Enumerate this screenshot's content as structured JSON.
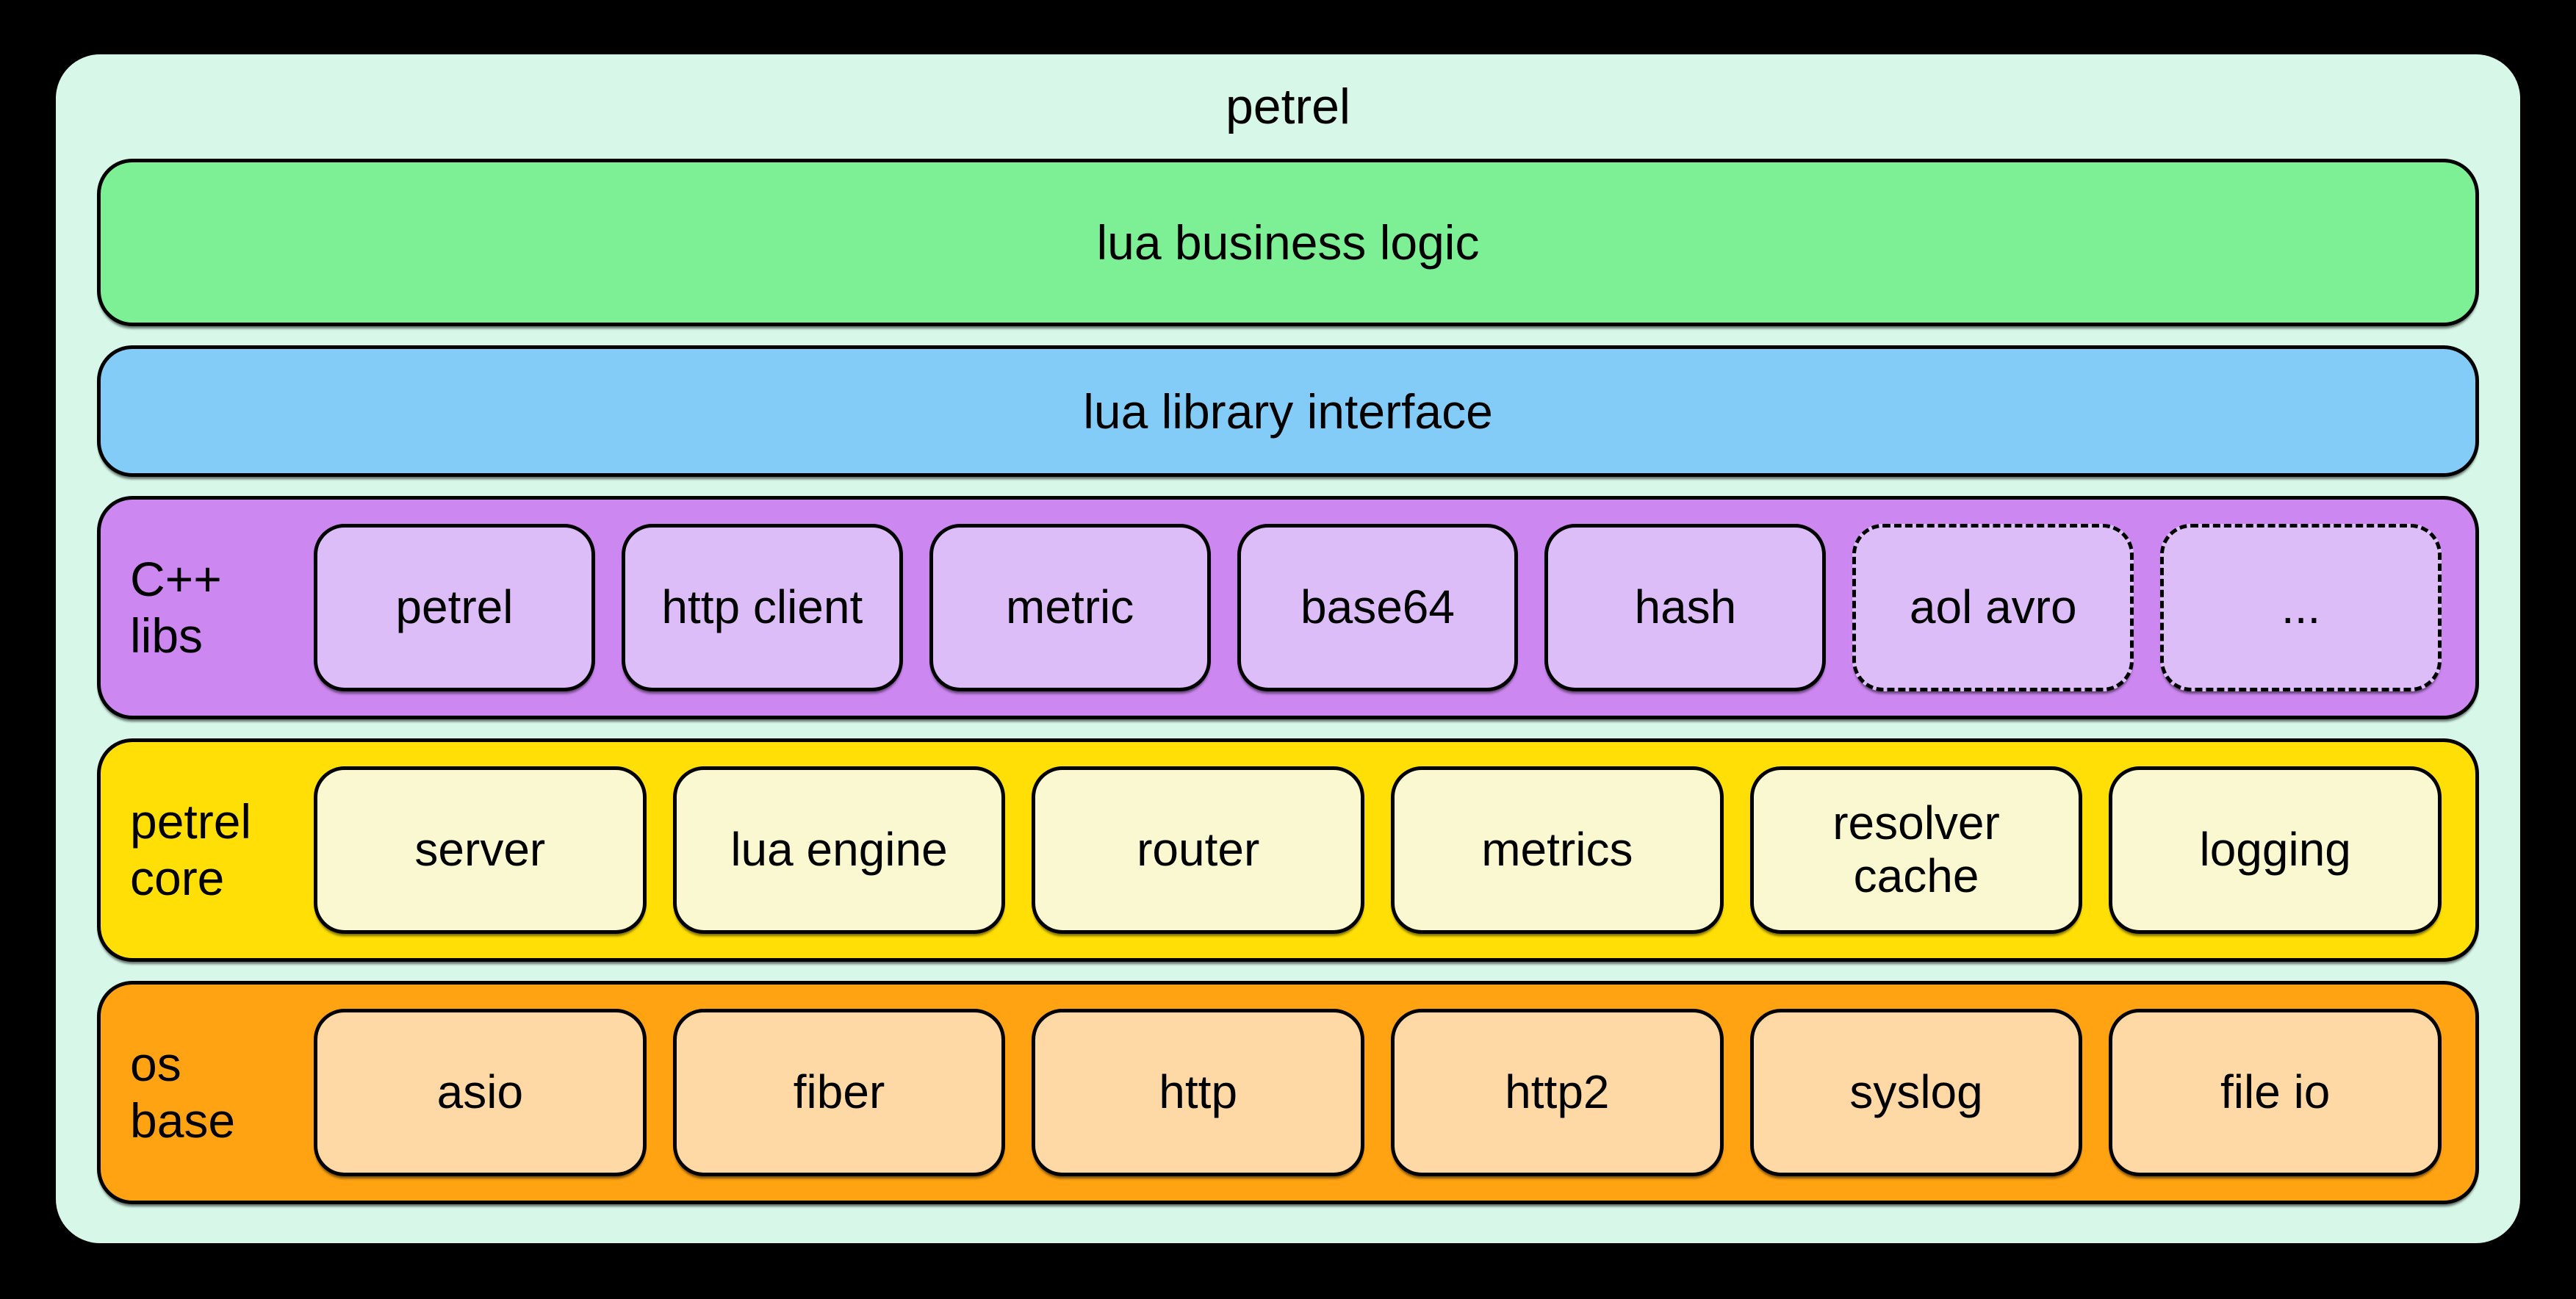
{
  "title": "petrel",
  "colors": {
    "background": "#000000",
    "frame": "#d7f8e9",
    "text": "#000000"
  },
  "layers": {
    "business": {
      "label": "lua business logic",
      "bg": "#7df095"
    },
    "interface": {
      "label": "lua library interface",
      "bg": "#84ccf8"
    },
    "cpp": {
      "label": "C++ libs",
      "bg": "#cc87f0",
      "box_bg": "#ddbdf7",
      "boxes": [
        {
          "label": "petrel",
          "dashed": false
        },
        {
          "label": "http client",
          "dashed": false
        },
        {
          "label": "metric",
          "dashed": false
        },
        {
          "label": "base64",
          "dashed": false
        },
        {
          "label": "hash",
          "dashed": false
        },
        {
          "label": "aol avro",
          "dashed": true
        },
        {
          "label": "...",
          "dashed": true
        }
      ]
    },
    "core": {
      "label": "petrel core",
      "bg": "#ffdf05",
      "box_bg": "#faf8d0",
      "boxes": [
        {
          "label": "server",
          "dashed": false
        },
        {
          "label": "lua engine",
          "dashed": false
        },
        {
          "label": "router",
          "dashed": false
        },
        {
          "label": "metrics",
          "dashed": false
        },
        {
          "label": "resolver cache",
          "dashed": false
        },
        {
          "label": "logging",
          "dashed": false
        }
      ]
    },
    "os": {
      "label": "os base",
      "bg": "#ffa312",
      "box_bg": "#ffd9a5",
      "boxes": [
        {
          "label": "asio",
          "dashed": false
        },
        {
          "label": "fiber",
          "dashed": false
        },
        {
          "label": "http",
          "dashed": false
        },
        {
          "label": "http2",
          "dashed": false
        },
        {
          "label": "syslog",
          "dashed": false
        },
        {
          "label": "file io",
          "dashed": false
        }
      ]
    }
  }
}
